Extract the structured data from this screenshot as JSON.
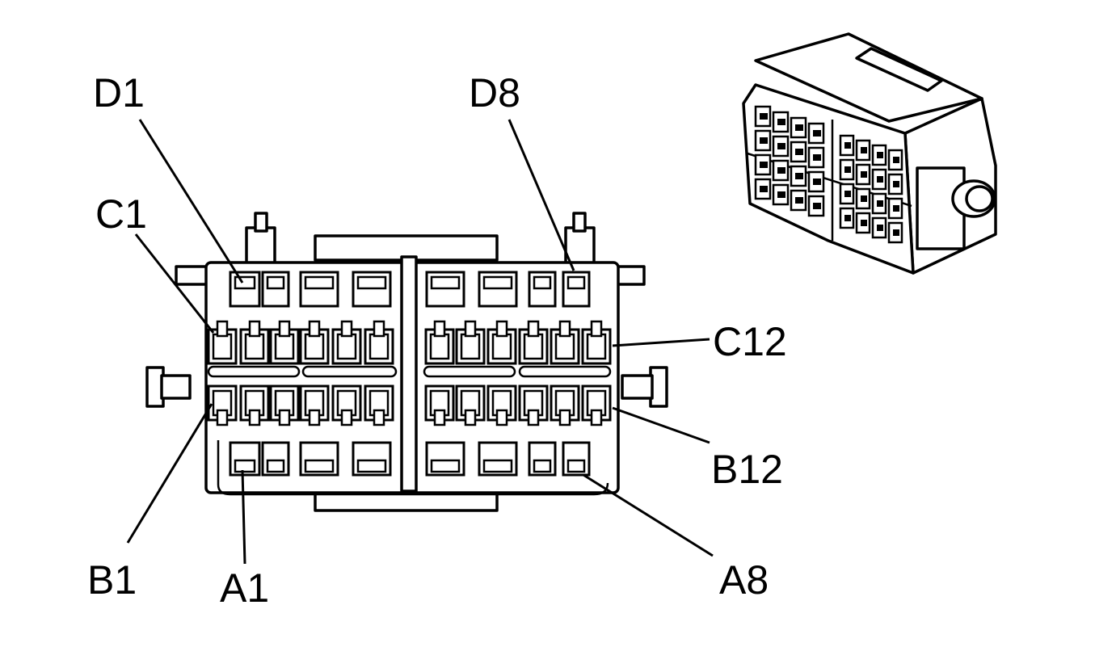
{
  "labels": {
    "d1": "D1",
    "d8": "D8",
    "c1": "C1",
    "c12": "C12",
    "b1": "B1",
    "b12": "B12",
    "a1": "A1",
    "a8": "A8"
  },
  "colors": {
    "ink": "#000000",
    "paper": "#ffffff"
  }
}
